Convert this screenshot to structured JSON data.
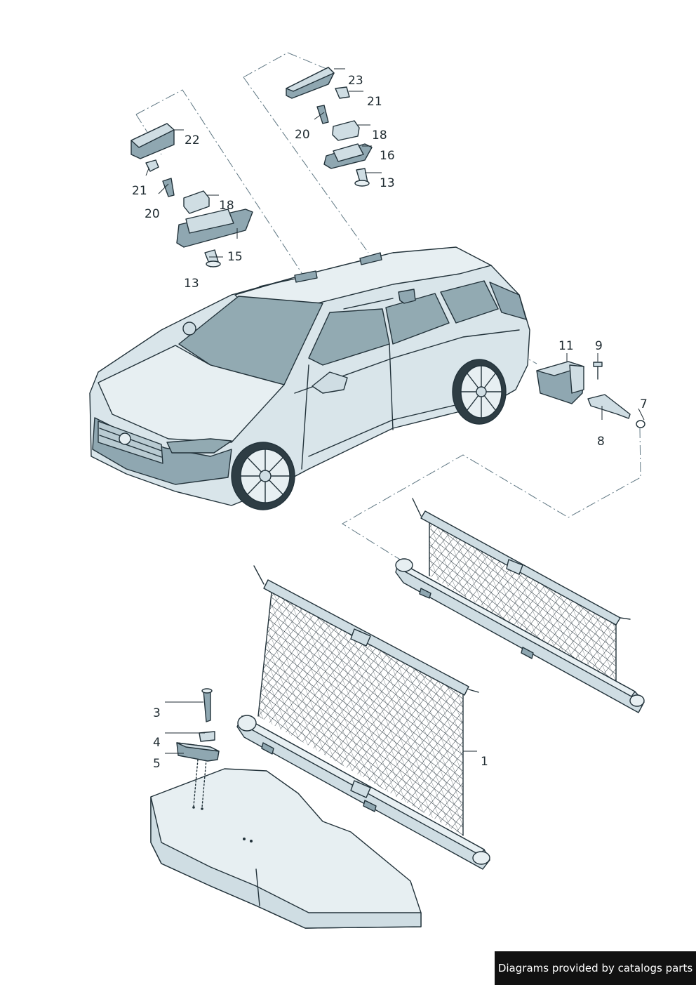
{
  "callouts": {
    "c1": "1",
    "c3": "3",
    "c4": "4",
    "c5": "5",
    "c7": "7",
    "c8": "8",
    "c9": "9",
    "c11": "11",
    "c13a": "13",
    "c15": "15",
    "c18a": "18",
    "c20a": "20",
    "c21a": "21",
    "c22": "22",
    "c13b": "13",
    "c16": "16",
    "c18b": "18",
    "c20b": "20",
    "c21b": "21",
    "c23": "23"
  },
  "footer": {
    "text": "Diagrams provided by catalogs parts"
  }
}
